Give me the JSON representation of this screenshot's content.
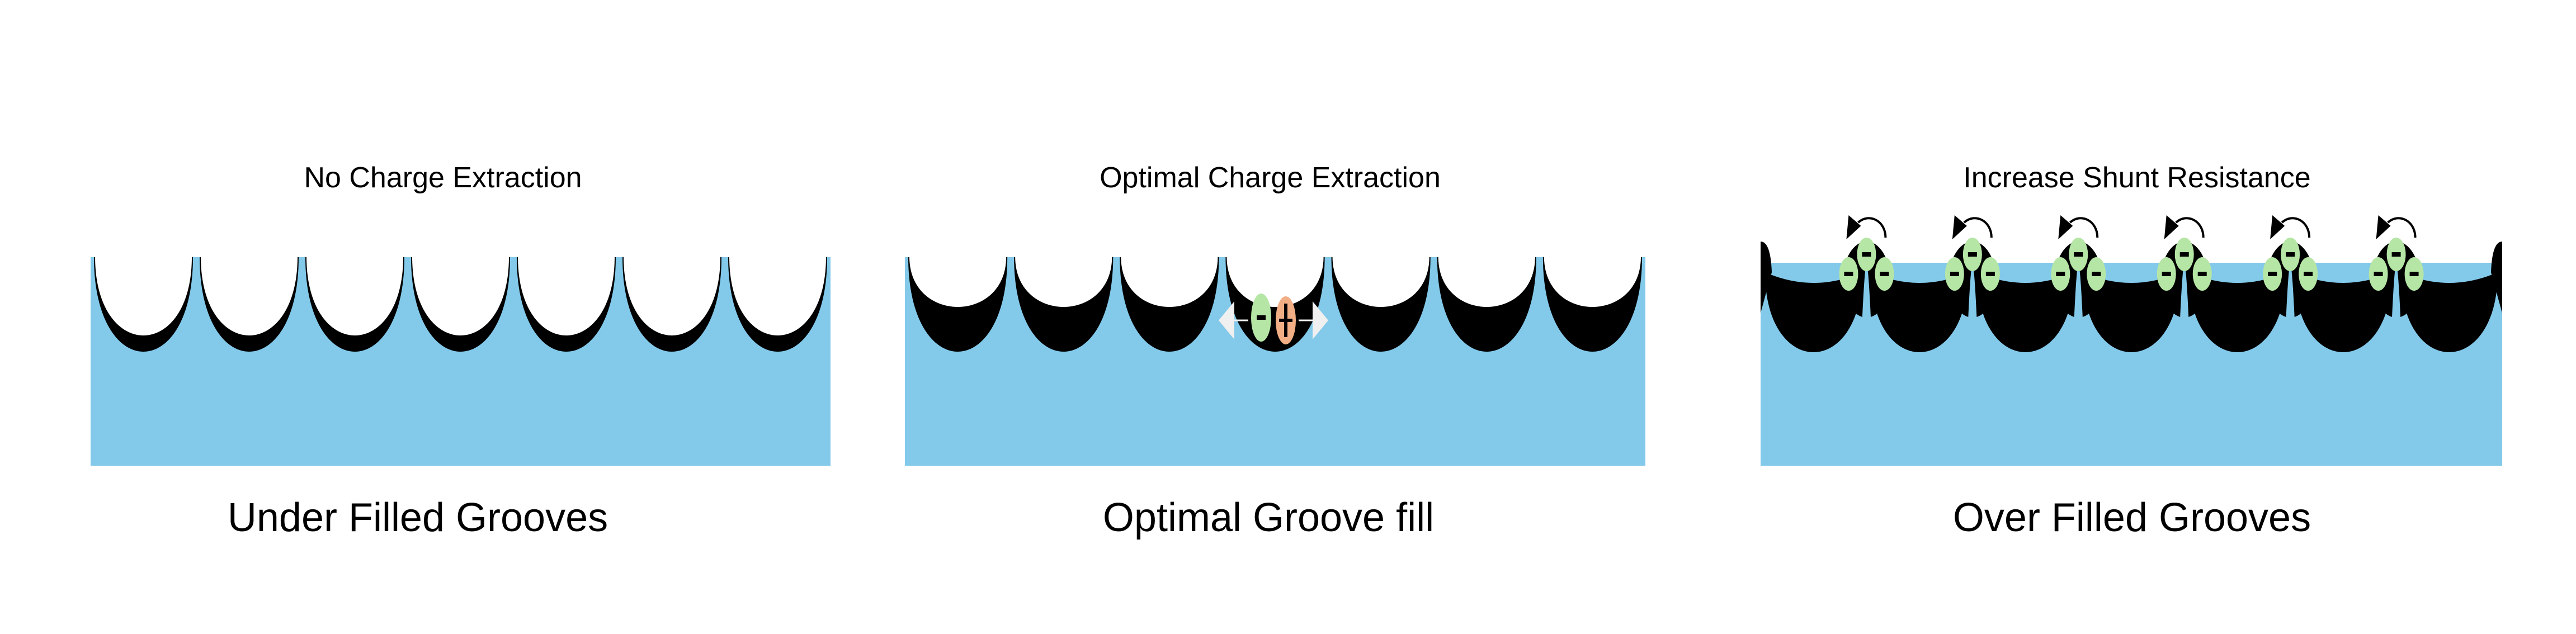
{
  "colors": {
    "substrate": "#83c9ea",
    "fill": "#000000",
    "electron": "#b5e6a5",
    "hole": "#f2ae85",
    "arrow": "#f0f0f0"
  },
  "panels": [
    {
      "title": "No Charge Extraction",
      "caption": "Under Filled Grooves",
      "grooves": 7
    },
    {
      "title": "Optimal Charge Extraction",
      "caption": "Optimal Groove fill",
      "grooves": 7
    },
    {
      "title": "Increase Shunt Resistance",
      "caption": "Over Filled Grooves",
      "grooves": 7
    }
  ]
}
